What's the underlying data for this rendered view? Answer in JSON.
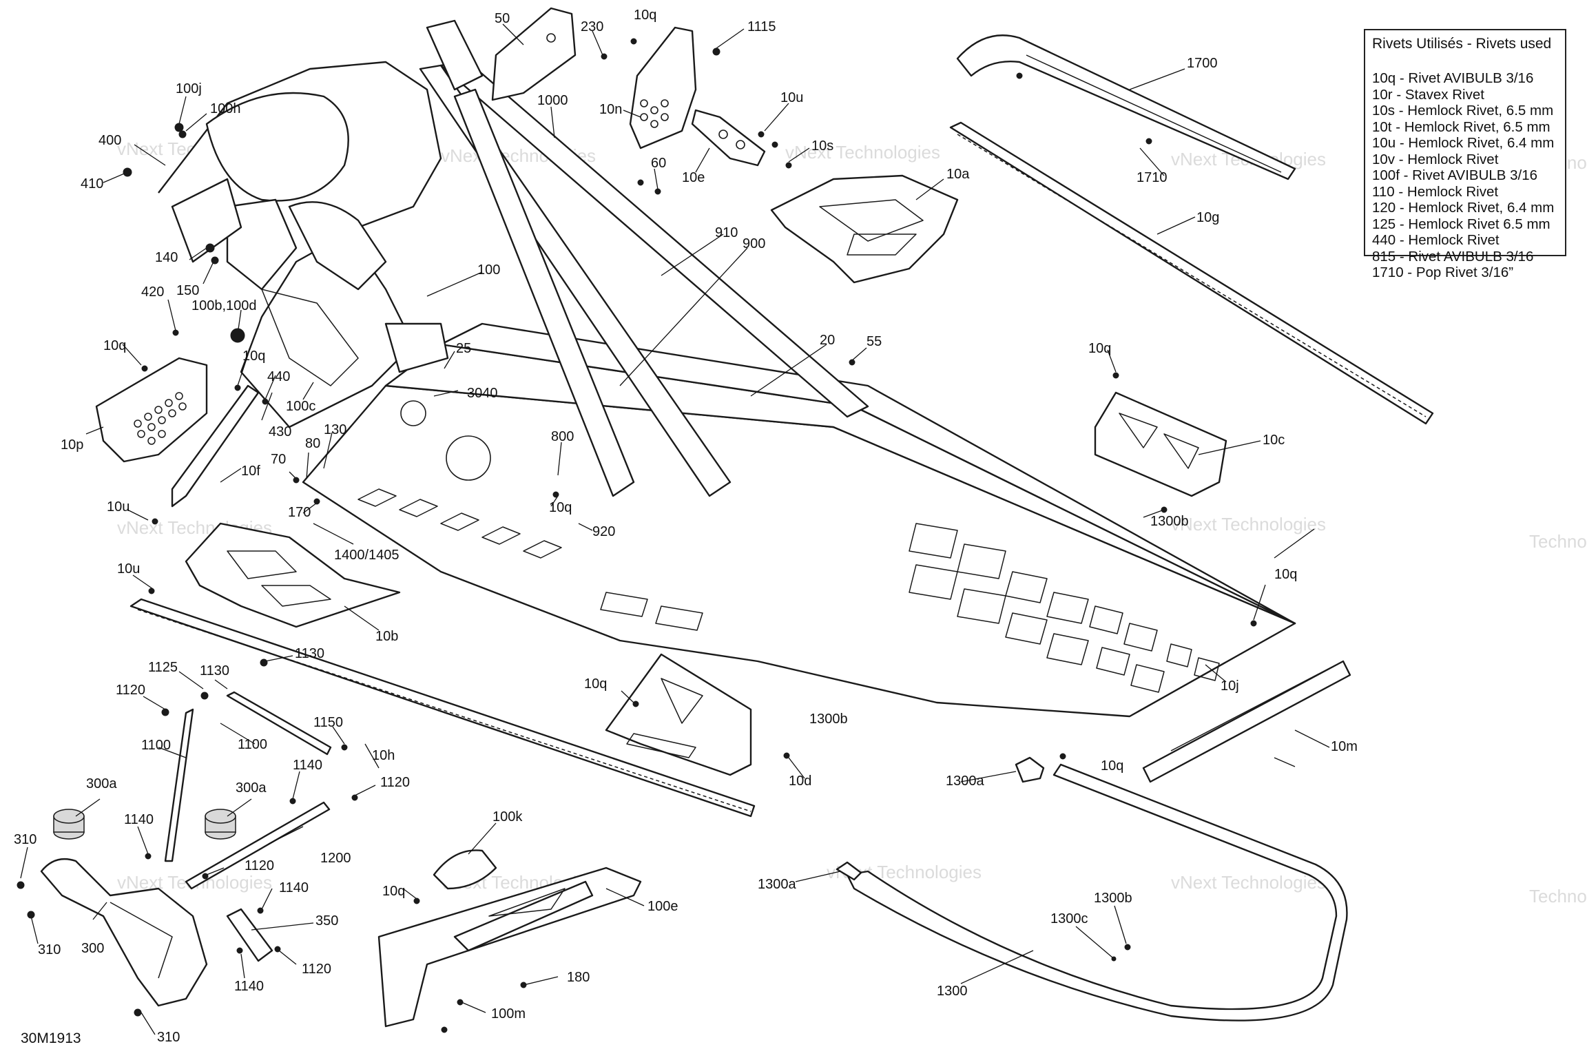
{
  "legend": {
    "title": "Rivets Utilisés - Rivets used",
    "rows": [
      "10q - Rivet AVIBULB 3/16",
      "10r - Stavex Rivet",
      "10s - Hemlock Rivet, 6.5 mm",
      "10t - Hemlock Rivet, 6.5 mm",
      "10u - Hemlock Rivet, 6.4 mm",
      "10v - Hemlock Rivet",
      "100f - Rivet AVIBULB 3/16",
      "110 - Hemlock Rivet",
      "120 - Hemlock Rivet, 6.4 mm",
      "125 - Hemlock Rivet 6.5 mm",
      "440 - Hemlock Rivet",
      "815 - Rivet AVIBULB 3/16",
      "1710 - Pop Rivet 3/16”"
    ]
  },
  "diagram_code": "30M1913",
  "watermark": {
    "line1": "vNext Technologies",
    "line2": "Technologies"
  },
  "callouts": {
    "c50": "50",
    "c230": "230",
    "c10q_a": "10q",
    "c1115": "1115",
    "c1000": "1000",
    "c10n": "10n",
    "c10u_a": "10u",
    "c10s": "10s",
    "c60": "60",
    "c10e": "10e",
    "c1700": "1700",
    "c1710": "1710",
    "c10a": "10a",
    "c10g": "10g",
    "c100j": "100j",
    "c100h": "100h",
    "c400": "400",
    "c410": "410",
    "c140": "140",
    "c150": "150",
    "c420": "420",
    "c100b_d": "100b,100d",
    "c10q_b": "10q",
    "c10q_c": "10q",
    "c440": "440",
    "c10p": "10p",
    "c430": "430",
    "c100c": "100c",
    "c10f": "10f",
    "c100": "100",
    "c910": "910",
    "c900": "900",
    "c25": "25",
    "c3040": "3040",
    "c20": "20",
    "c55": "55",
    "c10q_d": "10q",
    "c10c": "10c",
    "c130": "130",
    "c80": "80",
    "c70": "70",
    "c170": "170",
    "c800": "800",
    "c10q_e": "10q",
    "c920": "920",
    "c10u_b": "10u",
    "c1400": "1400/1405",
    "c10u_c": "10u",
    "c10b": "10b",
    "c1300b_a": "1300b",
    "c10q_f": "10q",
    "c10j": "10j",
    "c10m": "10m",
    "c10q_g": "10q",
    "c1300b_b": "1300b",
    "c10d": "10d",
    "c10q_h": "10q",
    "c1300a_a": "1300a",
    "c1130_a": "1130",
    "c1125": "1125",
    "c1130_b": "1130",
    "c1120_a": "1120",
    "c1100_a": "1100",
    "c1100_b": "1100",
    "c1150": "1150",
    "c10h": "10h",
    "c300a_a": "300a",
    "c300a_b": "300a",
    "c1140_a": "1140",
    "c1120_b": "1120",
    "c1140_b": "1140",
    "c1200": "1200",
    "c310_a": "310",
    "c1120_c": "1120",
    "c1140_c": "1140",
    "c350": "350",
    "c310_b": "310",
    "c300": "300",
    "c1120_d": "1120",
    "c1140_d": "1140",
    "c310_c": "310",
    "c100k": "100k",
    "c10q_i": "10q",
    "c100e": "100e",
    "c180": "180",
    "c100m": "100m",
    "c1300a_b": "1300a",
    "c1300b_c": "1300b",
    "c1300c": "1300c",
    "c1300": "1300"
  }
}
